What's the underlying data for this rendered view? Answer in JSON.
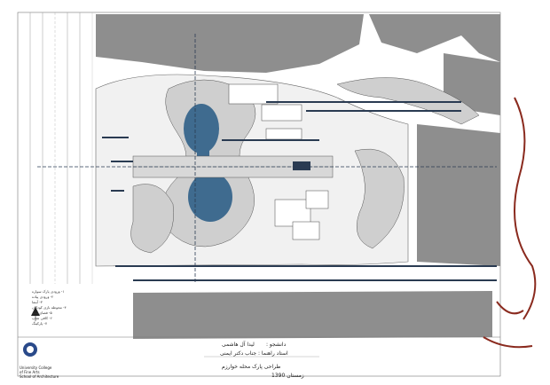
{
  "sheet": {
    "author_label": "دانشجو :",
    "author_name": "لیدا آل هاشمی",
    "advisor": "استاد راهنما : جناب دکتر ایمنی",
    "project_title": "طراحی پارک محله خوارزم",
    "semester": "زمستان 1390",
    "university": [
      "University College",
      "of Fine Arts",
      "School of Architecture"
    ]
  },
  "legend": {
    "items": [
      "۱- ورودی پارک سواره",
      "۲- ورودی پیاده",
      "۳- آبنما",
      "۴- محوطه بازی کودکان",
      "۵- فضای سبز",
      "۶- کافی شاپ",
      "۷- پارکینگ"
    ]
  },
  "colors": {
    "building": "#8e8e8e",
    "water": "#3f6b8f",
    "path": "#cfcfcf",
    "line": "#2a3b52",
    "brand": "#8a2a1e"
  },
  "icons": {
    "north": "north-arrow-icon",
    "logo": "university-logo-icon",
    "brand": "calligraphy-logo-icon"
  }
}
